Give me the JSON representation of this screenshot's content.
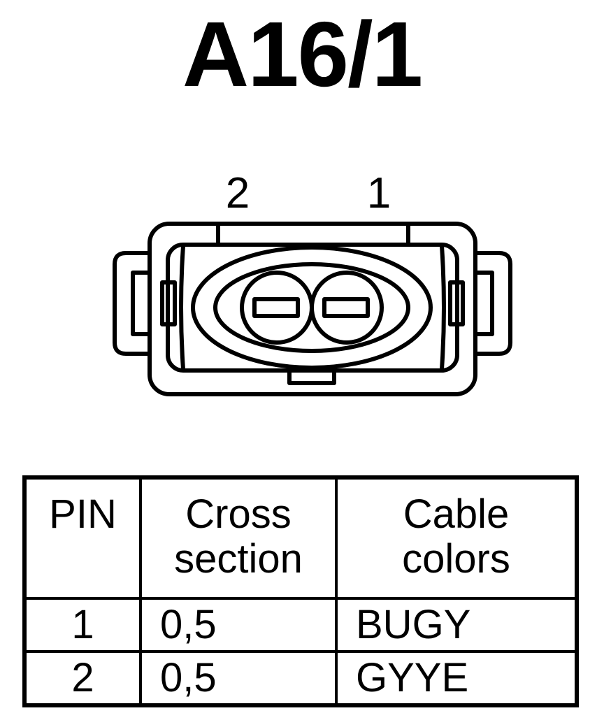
{
  "title": "A16/1",
  "connector": {
    "pin_labels": [
      "2",
      "1"
    ]
  },
  "table": {
    "headers": {
      "pin": "PIN",
      "cross_section_line1": "Cross",
      "cross_section_line2": "section",
      "cable_colors_line1": "Cable",
      "cable_colors_line2": "colors"
    },
    "rows": [
      {
        "pin": "1",
        "cross_section": "0,5",
        "cable_colors": "BUGY"
      },
      {
        "pin": "2",
        "cross_section": "0,5",
        "cable_colors": "GYYE"
      }
    ]
  },
  "colors": {
    "line": "#000000",
    "background": "#ffffff"
  }
}
